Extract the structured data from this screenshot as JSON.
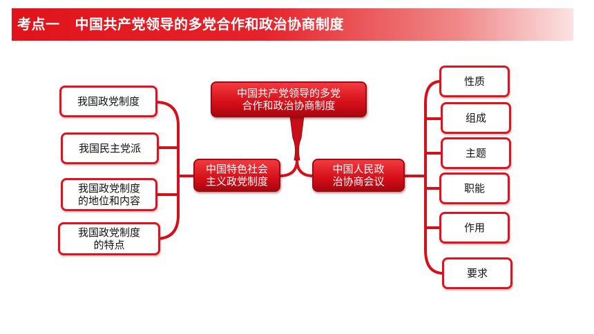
{
  "header": {
    "label": "考点一",
    "title": "中国共产党领导的多党合作和政治协商制度"
  },
  "diagram": {
    "root": [
      "中国共产党领导的多党",
      "合作和政治协商制度"
    ],
    "left_hub": [
      "中国特色社会",
      "主义政党制度"
    ],
    "right_hub": [
      "中国人民政",
      "治协商会议"
    ],
    "left_items": [
      [
        "我国政党制度"
      ],
      [
        "我国民主党派"
      ],
      [
        "我国政党制度",
        "的地位和内容"
      ],
      [
        "我国政党制度",
        "的特点"
      ]
    ],
    "right_items": [
      "性质",
      "组成",
      "主题",
      "职能",
      "作用",
      "要求"
    ]
  },
  "colors": {
    "accent": "#e5101c",
    "box_fill_dark": "#d50f19",
    "text_dark": "#111111"
  }
}
